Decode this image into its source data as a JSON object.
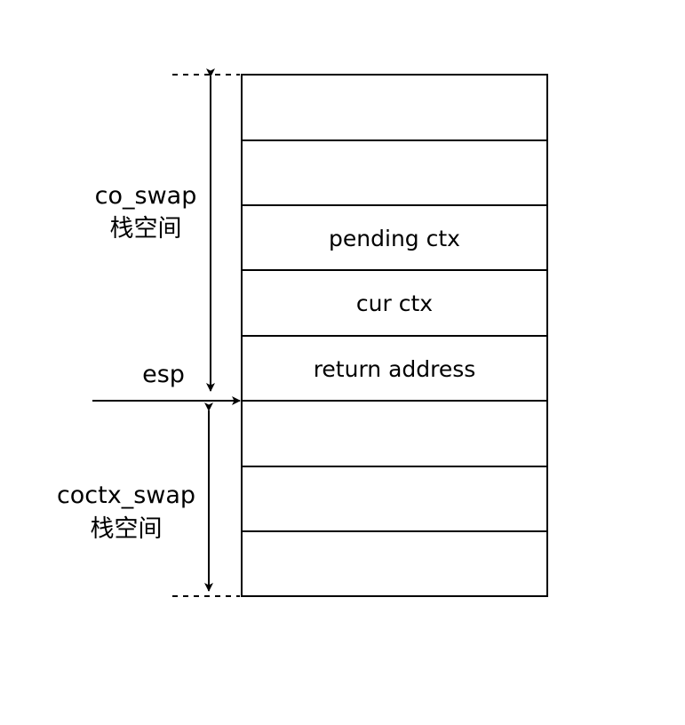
{
  "diagram": {
    "stack_cells": [
      {
        "label": ""
      },
      {
        "label": ""
      },
      {
        "label": "pending ctx"
      },
      {
        "label": "cur ctx"
      },
      {
        "label": "return address"
      },
      {
        "label": ""
      },
      {
        "label": ""
      },
      {
        "label": ""
      }
    ],
    "upper_region": {
      "line1": "co_swap",
      "line2": "栈空间"
    },
    "lower_region": {
      "line1": "coctx_swap",
      "line2": "栈空间"
    },
    "pointer": {
      "label": "esp"
    },
    "colors": {
      "stroke": "#000000",
      "fill": "#ffffff",
      "text": "#000000"
    }
  }
}
